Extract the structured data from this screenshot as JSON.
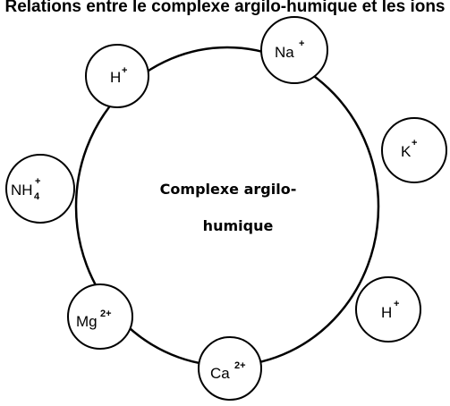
{
  "title": "Relations entre le complexe argilo-humique et les ions",
  "complex": {
    "label_line1": "Complexe argilo-",
    "label_line2": "humique"
  },
  "ions": {
    "h_top": {
      "base": "H",
      "sup": "+"
    },
    "na": {
      "base": "Na",
      "sup": "+"
    },
    "k": {
      "base": "K",
      "sup": "+"
    },
    "nh4": {
      "base": "NH",
      "sub": "4",
      "sup": "+"
    },
    "mg": {
      "base": "Mg",
      "sup": "2+"
    },
    "ca": {
      "base": "Ca",
      "sup": "2+"
    },
    "h_bottom": {
      "base": "H",
      "sup": "+"
    }
  },
  "colors": {
    "stroke": "#000000",
    "fill": "#ffffff",
    "text": "#000000"
  }
}
